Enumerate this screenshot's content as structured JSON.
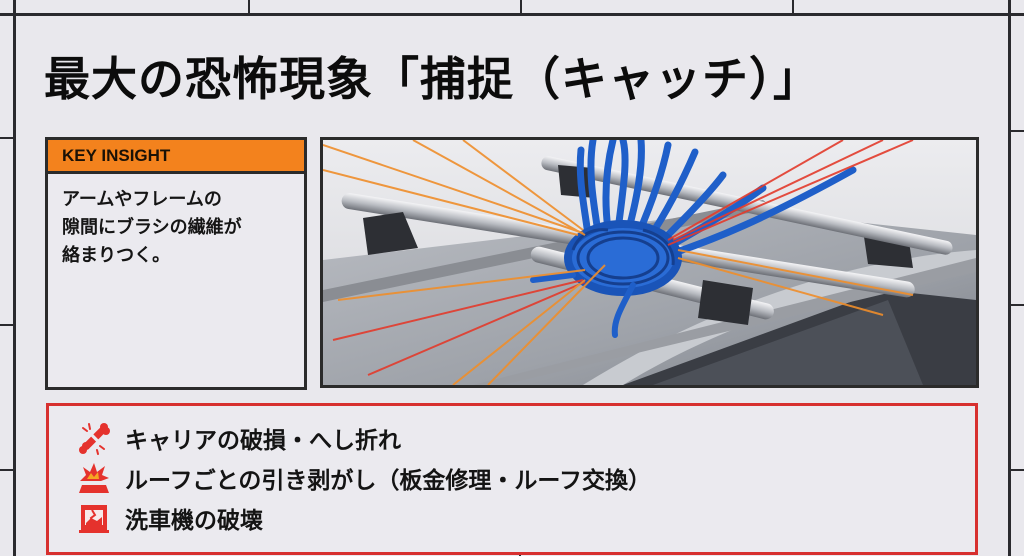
{
  "title": "最大の恐怖現象「捕捉（キャッチ）」",
  "key_insight": {
    "header": "KEY INSIGHT",
    "lines": [
      "アームやフレームの",
      "隙間にブラシの繊維が",
      "絡まりつく。"
    ]
  },
  "illustration": {
    "description": "car-wash-brush-fibers-entangled-on-roof-carrier",
    "alt": "ルーフキャリアに巻き付く洗車ブラシの繊維"
  },
  "risks": {
    "border_color": "#d7302f",
    "items": [
      {
        "icon": "broken-bone-icon",
        "label": "キャリアの破損・へし折れ"
      },
      {
        "icon": "roof-explosion-icon",
        "label": "ルーフごとの引き剥がし（板金修理・ルーフ交換）"
      },
      {
        "icon": "broken-machine-icon",
        "label": "洗車機の破壊"
      }
    ]
  },
  "colors": {
    "background": "#e9e8ed",
    "accent_orange": "#f3821d",
    "alert_red": "#d7302f",
    "icon_red": "#e5322d",
    "brush_blue": "#1f5fc9"
  }
}
